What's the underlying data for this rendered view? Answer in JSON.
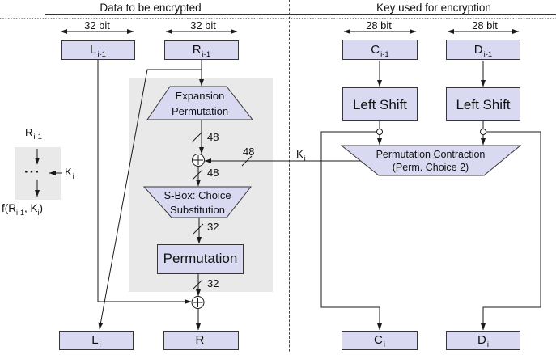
{
  "titles": {
    "data_section": "Data to be encrypted",
    "key_section": "Key used for encryption"
  },
  "width_labels": {
    "l": "32 bit",
    "r": "32 bit",
    "c": "28 bit",
    "d": "28 bit"
  },
  "registers": {
    "l_prev": {
      "main": "L",
      "sub": "i-1"
    },
    "r_prev": {
      "main": "R",
      "sub": "i-1"
    },
    "c_prev": {
      "main": "C",
      "sub": "i-1"
    },
    "d_prev": {
      "main": "D",
      "sub": "i-1"
    },
    "l_next": {
      "main": "L",
      "sub": "i"
    },
    "r_next": {
      "main": "R",
      "sub": "i"
    },
    "c_next": {
      "main": "C",
      "sub": "i"
    },
    "d_next": {
      "main": "D",
      "sub": "i"
    }
  },
  "blocks": {
    "expansion": {
      "line1": "Expansion",
      "line2": "Permutation"
    },
    "sbox": {
      "line1": "S-Box: Choice",
      "line2": "Substitution"
    },
    "permutation": "Permutation",
    "left_shift_c": "Left Shift",
    "left_shift_d": "Left Shift",
    "perm_contraction": {
      "line1": "Permutation Contraction",
      "line2": "(Perm. Choice 2)"
    }
  },
  "bus_widths": {
    "expansion_out": "48",
    "key_in": "48",
    "xor_out": "48",
    "sbox_out": "32",
    "permutation_out": "32"
  },
  "key_signal": {
    "main": "K",
    "sub": "i"
  },
  "legend": {
    "input": {
      "main": "R",
      "sub": "i-1"
    },
    "dots": "···",
    "key": {
      "main": "K",
      "sub": "i"
    },
    "output": {
      "pre": "f(R",
      "sub1": "i-1",
      "mid": ", K",
      "sub2": "i",
      "post": ")"
    }
  },
  "colors": {
    "box_fill": "#d9daf2",
    "box_border": "#373737",
    "panel_gray": "#e9e9e9",
    "wire": "#1a1a1a"
  }
}
